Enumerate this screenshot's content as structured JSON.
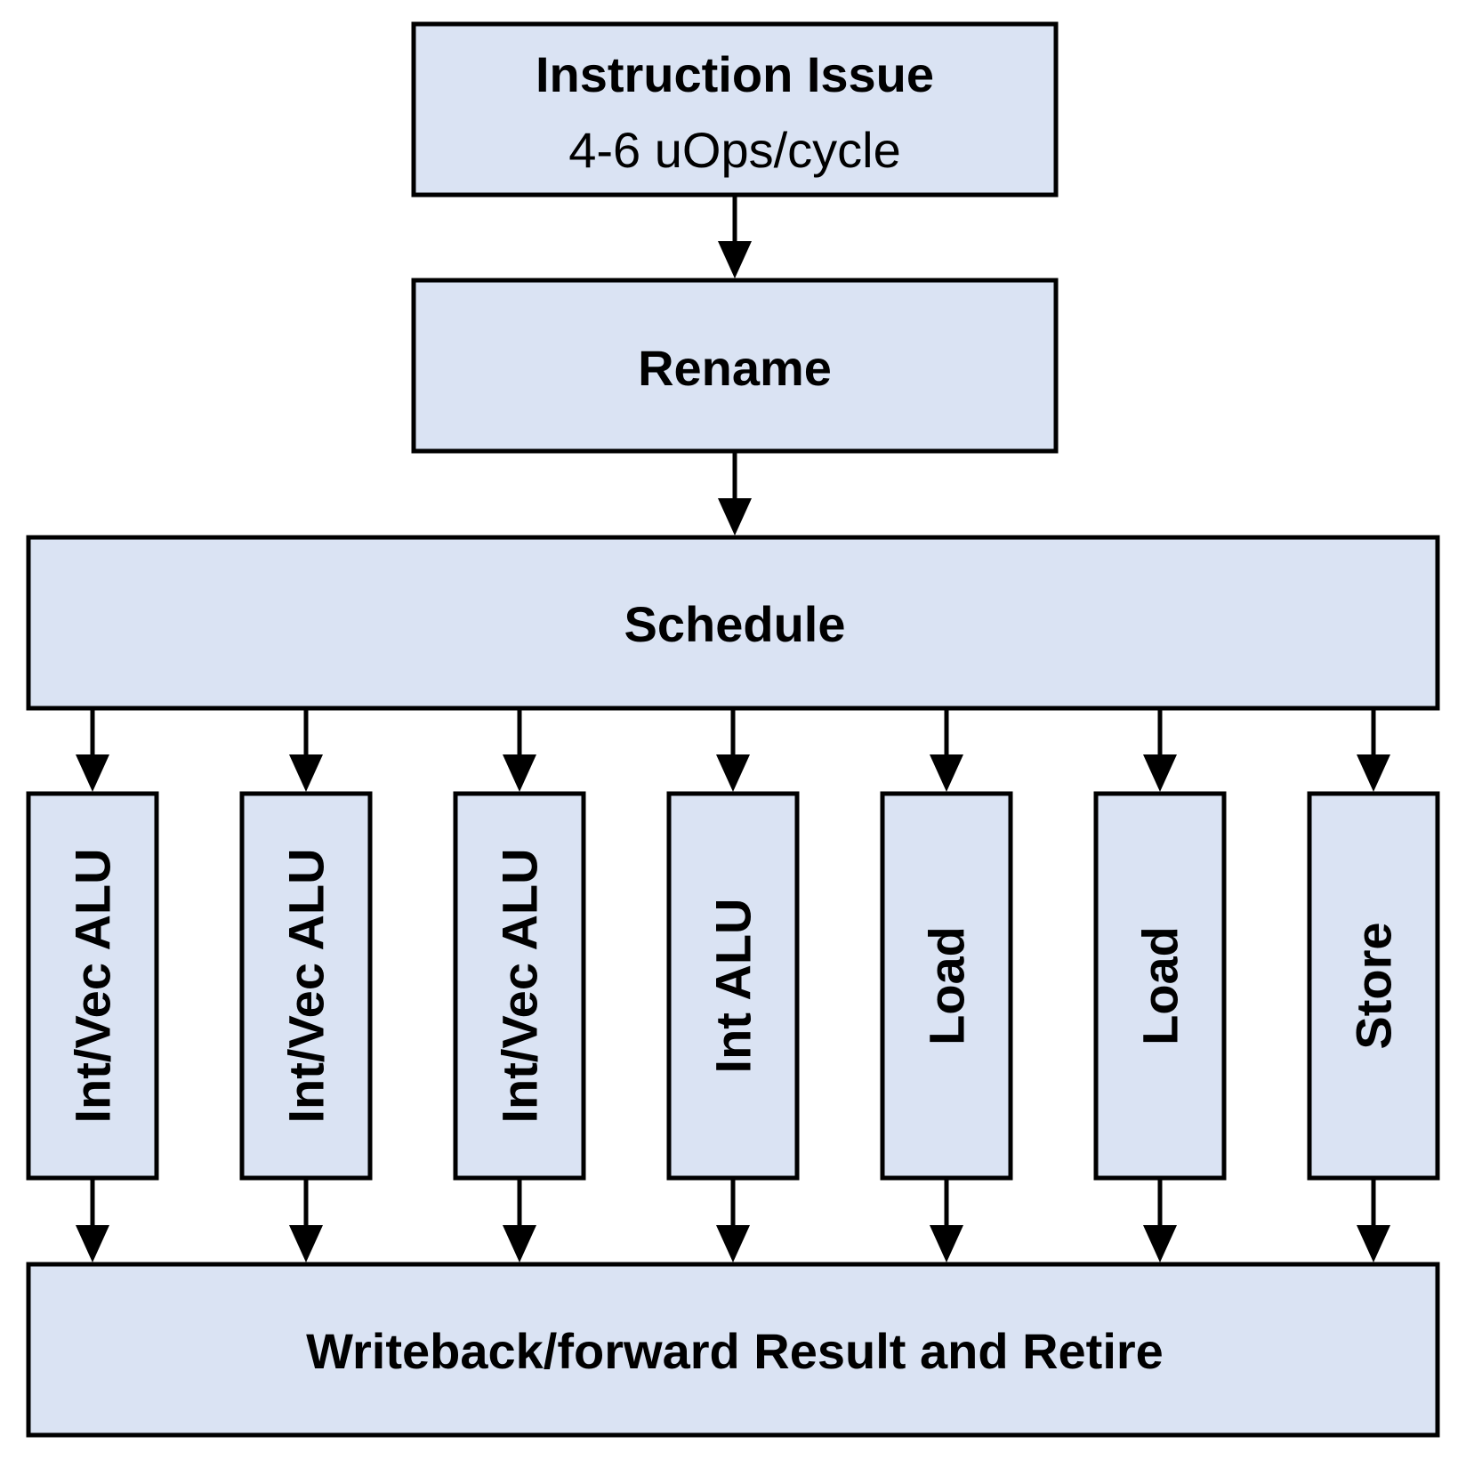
{
  "colors": {
    "box_fill": "#dae3f3",
    "stroke": "#000000",
    "background": "#ffffff"
  },
  "issue": {
    "title": "Instruction Issue",
    "rate": "4-6 uOps/cycle"
  },
  "rename": {
    "label": "Rename"
  },
  "schedule": {
    "label": "Schedule"
  },
  "units": [
    {
      "label": "Int/Vec ALU"
    },
    {
      "label": "Int/Vec ALU"
    },
    {
      "label": "Int/Vec ALU"
    },
    {
      "label": "Int ALU"
    },
    {
      "label": "Load"
    },
    {
      "label": "Load"
    },
    {
      "label": "Store"
    }
  ],
  "writeback": {
    "label": "Writeback/forward Result and Retire"
  }
}
